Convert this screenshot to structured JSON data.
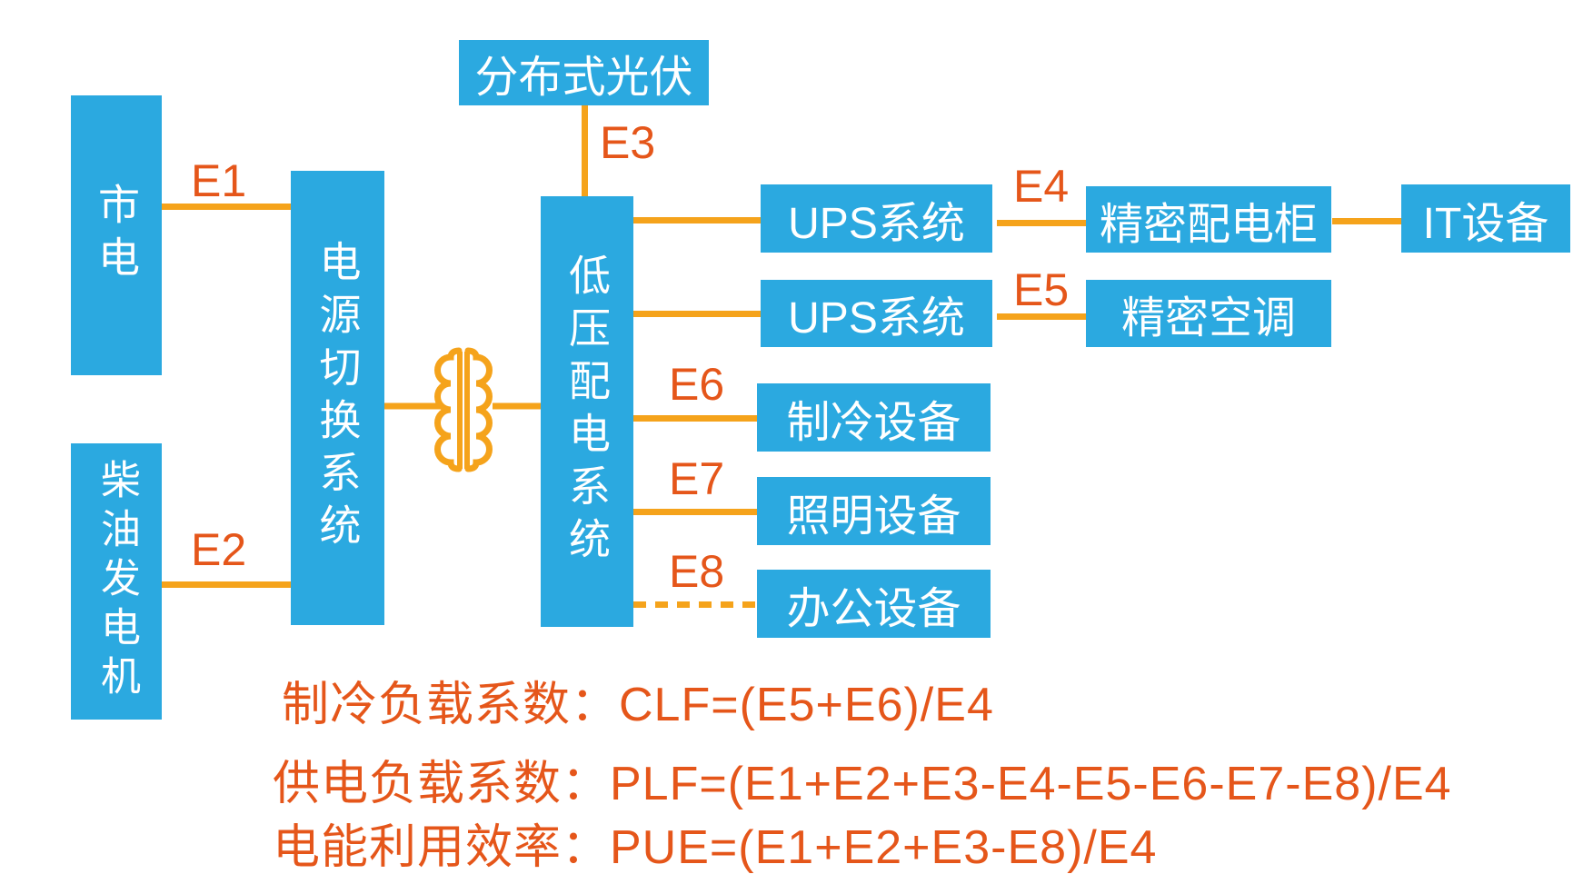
{
  "colors": {
    "node_fill": "#2BA9E0",
    "node_text": "#FFFFFF",
    "connector_orange": "#F5A31B",
    "label_orange_red": "#E5561A",
    "background": "#FFFFFF"
  },
  "nodes": {
    "utility_power": {
      "label": "市电"
    },
    "diesel_generator": {
      "label": "柴油发电机"
    },
    "power_switch_system": {
      "label": "电源切换系统"
    },
    "distributed_pv": {
      "label": "分布式光伏"
    },
    "lv_distribution_system": {
      "label": "低压配电系统"
    },
    "ups_system_1": {
      "label": "UPS系统"
    },
    "ups_system_2": {
      "label": "UPS系统"
    },
    "precision_pdu": {
      "label": "精密配电柜"
    },
    "it_equipment": {
      "label": "IT设备"
    },
    "precision_ac": {
      "label": "精密空调"
    },
    "cooling_equipment": {
      "label": "制冷设备"
    },
    "lighting_equipment": {
      "label": "照明设备"
    },
    "office_equipment": {
      "label": "办公设备"
    }
  },
  "edge_labels": {
    "e1": "E1",
    "e2": "E2",
    "e3": "E3",
    "e4": "E4",
    "e5": "E5",
    "e6": "E6",
    "e7": "E7",
    "e8": "E8"
  },
  "formulas": {
    "clf": "制冷负载系数：CLF=(E5+E6)/E4",
    "plf": "供电负载系数：PLF=(E1+E2+E3-E4-E5-E6-E7-E8)/E4",
    "pue": "电能利用效率：PUE=(E1+E2+E3-E8)/E4"
  }
}
